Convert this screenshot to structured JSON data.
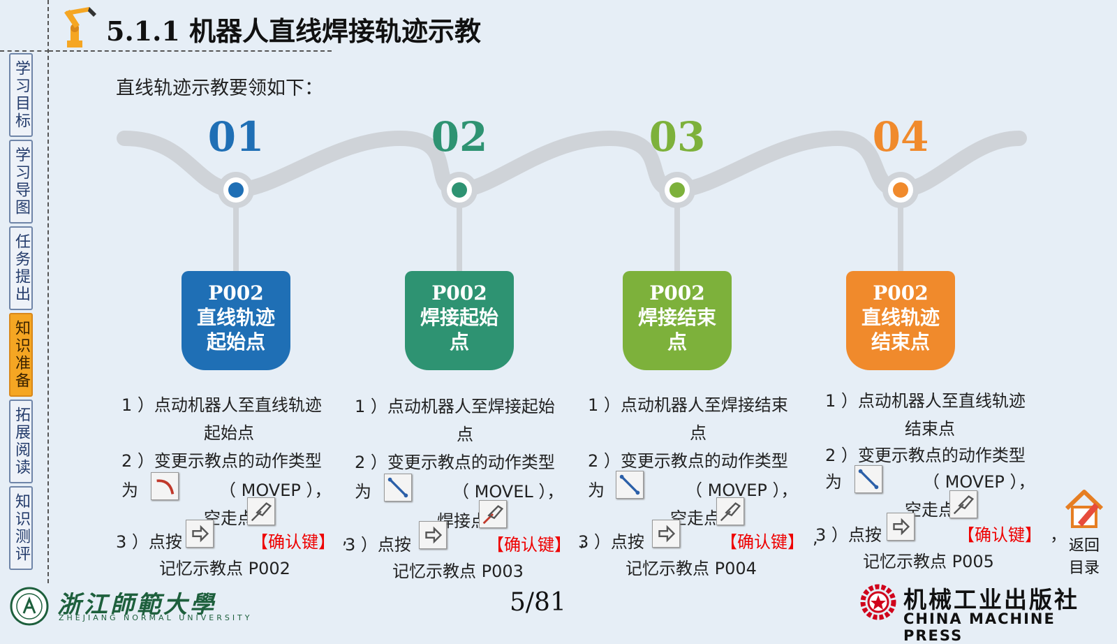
{
  "header": {
    "title": "5.1.1  机器人直线焊接轨迹示教"
  },
  "sidebar": {
    "tabs": [
      {
        "label": "学习目标",
        "active": false
      },
      {
        "label": "学习导图",
        "active": false
      },
      {
        "label": "任务提出",
        "active": false
      },
      {
        "label": "知识准备",
        "active": true
      },
      {
        "label": "拓展阅读",
        "active": false
      },
      {
        "label": "知识测评",
        "active": false
      }
    ]
  },
  "intro": "直线轨迹示教要领如下：",
  "colors": {
    "step1": "#1f6fb5",
    "step2": "#2e9372",
    "step3": "#7db13b",
    "step4": "#f08a2c",
    "accent_red": "#e00000"
  },
  "steps": [
    {
      "number": "01",
      "code": "P002",
      "label1": "直线轨迹",
      "label2": "起始点",
      "l1a": "1 ）点动机器人至直线轨迹",
      "l1b": "起始点",
      "l2a": "2 ）变更示教点的动作类型",
      "l2w": "为",
      "l2m": "（ MOVEP ），",
      "l3": "空走点",
      "l4a": "3 ）点按",
      "l4b": "【确认键】",
      "l4c": ",",
      "l5": "记忆示教点    P002",
      "motion_icon": "arc-motion-icon"
    },
    {
      "number": "02",
      "code": "P002",
      "label1": "焊接起始",
      "label2": "点",
      "l1a": "1 ）点动机器人至焊接起始",
      "l1b": "点",
      "l2a": "2 ）变更示教点的动作类型",
      "l2w": "为",
      "l2m": "（ MOVEL ），",
      "l3": "焊接点",
      "l4a": "3 ）点按",
      "l4b": "【确认键】",
      "l4c": ",",
      "l5": "记忆示教点    P003",
      "motion_icon": "linear-motion-icon"
    },
    {
      "number": "03",
      "code": "P002",
      "label1": "焊接结束",
      "label2": "点",
      "l1a": "1 ）点动机器人至焊接结束",
      "l1b": "点",
      "l2a": "2 ）变更示教点的动作类型",
      "l2w": "为",
      "l2m": "（ MOVEP ），",
      "l3": "空走点",
      "l4a": "3 ）点按",
      "l4b": "【确认键】",
      "l4c": ",",
      "l5": "记忆示教点    P004",
      "motion_icon": "linear-motion-icon"
    },
    {
      "number": "04",
      "code": "P002",
      "label1": "直线轨迹",
      "label2": "结束点",
      "l1a": "1 ）点动机器人至直线轨迹",
      "l1b": "结束点",
      "l2a": "2 ）变更示教点的动作类型",
      "l2w": "为",
      "l2m": "（ MOVEP ），",
      "l3": "空走点",
      "l4a": "3 ）点按",
      "l4b": "【确认键】",
      "l4c": "，",
      "l5": "记忆示教点    P005",
      "motion_icon": "linear-motion-icon"
    }
  ],
  "footer": {
    "university": "浙江師範大學",
    "university_en": "ZHEJIANG NORMAL UNIVERSITY",
    "page": "5/81",
    "press": "机械工业出版社",
    "press_en": "CHINA MACHINE PRESS",
    "home_label1": "返回",
    "home_label2": "目录"
  }
}
